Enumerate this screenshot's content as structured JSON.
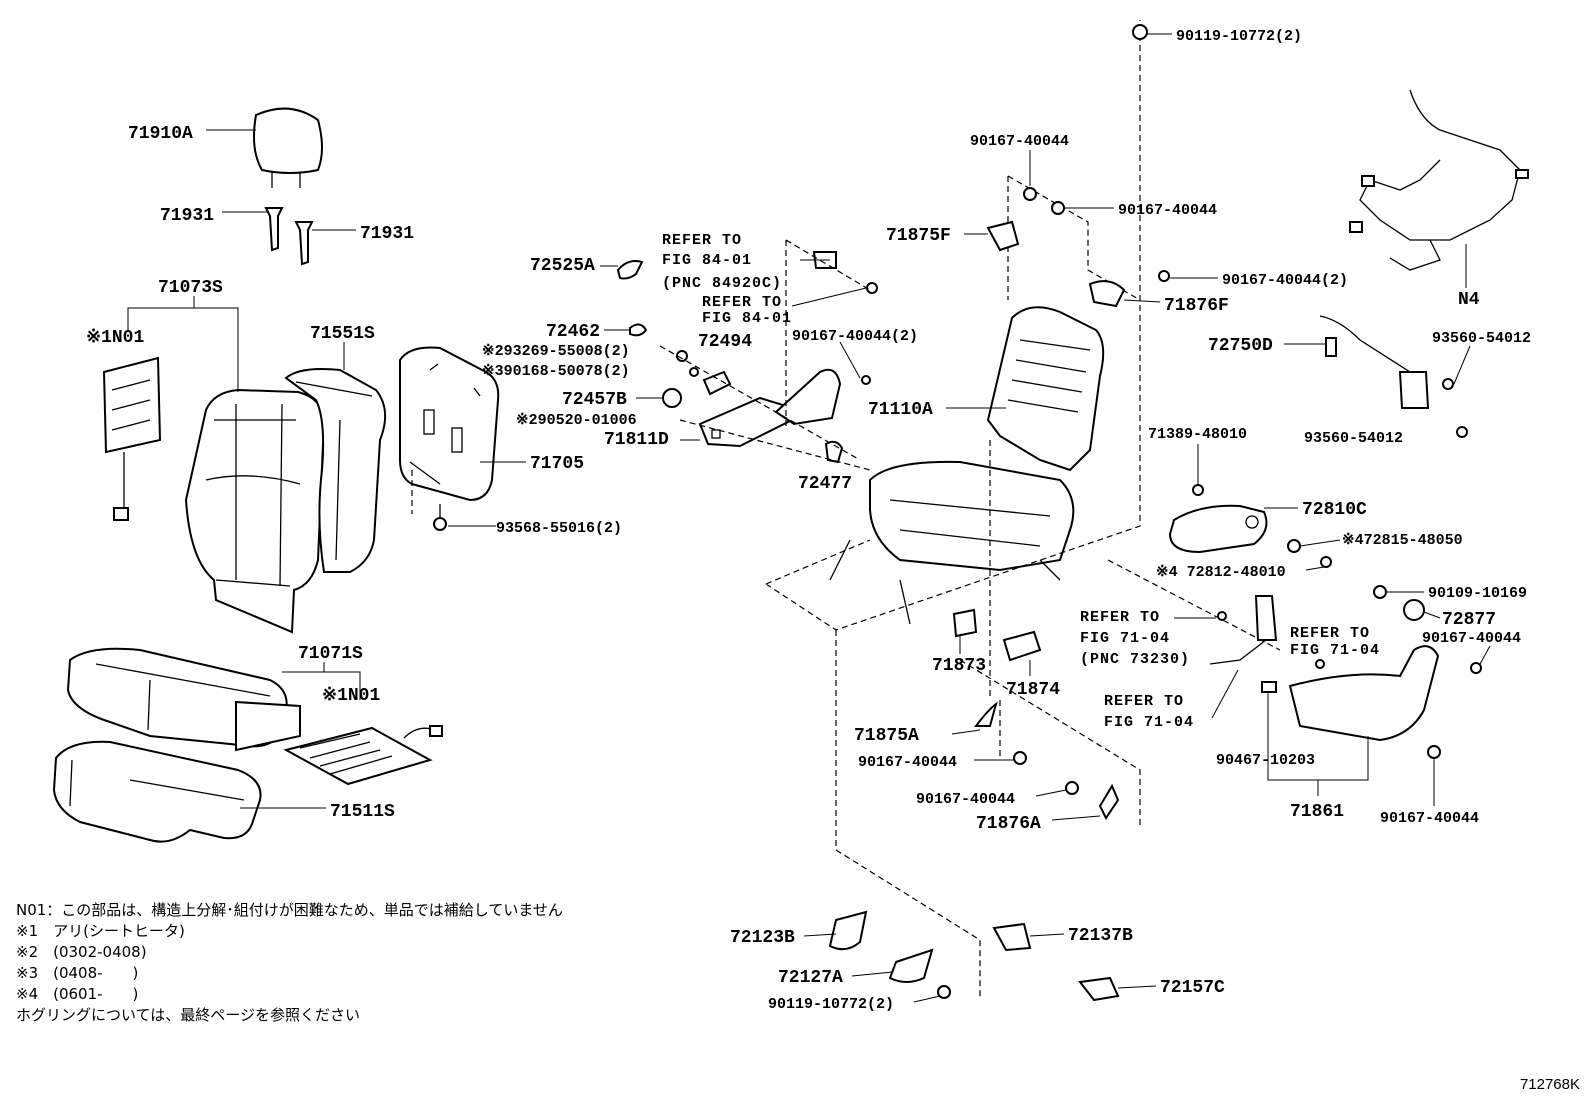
{
  "labels": {
    "l71910A": "71910A",
    "l71931a": "71931",
    "l71931b": "71931",
    "l71073S": "71073S",
    "l71551S": "71551S",
    "lN01a": "※1N01",
    "l71705": "71705",
    "l93568": "93568-55016(2)",
    "l71071S": "71071S",
    "lN01b": "※1N01",
    "l71511S": "71511S",
    "l72525A": "72525A",
    "l72462": "72462",
    "l72494": "72494",
    "l93269": "※293269-55008(2)",
    "l90168": "※390168-50078(2)",
    "l72457B": "72457B",
    "l90520": "※290520-01006",
    "l71811D": "71811D",
    "l72477": "72477",
    "lref84a": "REFER TO",
    "lref84b": "FIG 84-01",
    "lref84c": "(PNC 84920C)",
    "lref84d": "REFER TO",
    "lref84e": "FIG 84-01",
    "l90167_2a": "90167-40044(2)",
    "l90119top": "90119-10772(2)",
    "l90167t1": "90167-40044",
    "l90167t2": "90167-40044",
    "l71875F": "71875F",
    "l90167t3": "90167-40044(2)",
    "l71876F": "71876F",
    "l71110A": "71110A",
    "lN4": "N4",
    "l72750D": "72750D",
    "l93560a": "93560-54012",
    "l93560b": "93560-54012",
    "l71389": "71389-48010",
    "l72810C": "72810C",
    "l72815": "※472815-48050",
    "l72812": "※4 72812-48010",
    "l90109": "90109-10169",
    "l72877": "72877",
    "l90167r": "90167-40044",
    "lref71a": "REFER TO",
    "lref71b": "FIG 71-04",
    "lref71c": "(PNC 73230)",
    "lref71d": "REFER TO",
    "lref71e": "FIG 71-04",
    "lref71f": "REFER TO",
    "lref71g": "FIG 71-04",
    "l71873": "71873",
    "l71874": "71874",
    "l71875A": "71875A",
    "l90167m1": "90167-40044",
    "l90167m2": "90167-40044",
    "l71876A": "71876A",
    "l90467": "90467-10203",
    "l71861": "71861",
    "l90167b": "90167-40044",
    "l72123B": "72123B",
    "l72127A": "72127A",
    "l90119bot": "90119-10772(2)",
    "l72137B": "72137B",
    "l72157C": "72157C"
  },
  "notes": [
    "N01：この部品は、構造上分解･組付けが困難なため、単品では補給していません",
    "※1　アリ(シートヒータ)",
    "※2　(0302-0408)",
    "※3　(0408-　　)",
    "※4　(0601-　　)",
    "ホグリングについては、最終ページを参照ください"
  ],
  "figure_code": "712768K"
}
